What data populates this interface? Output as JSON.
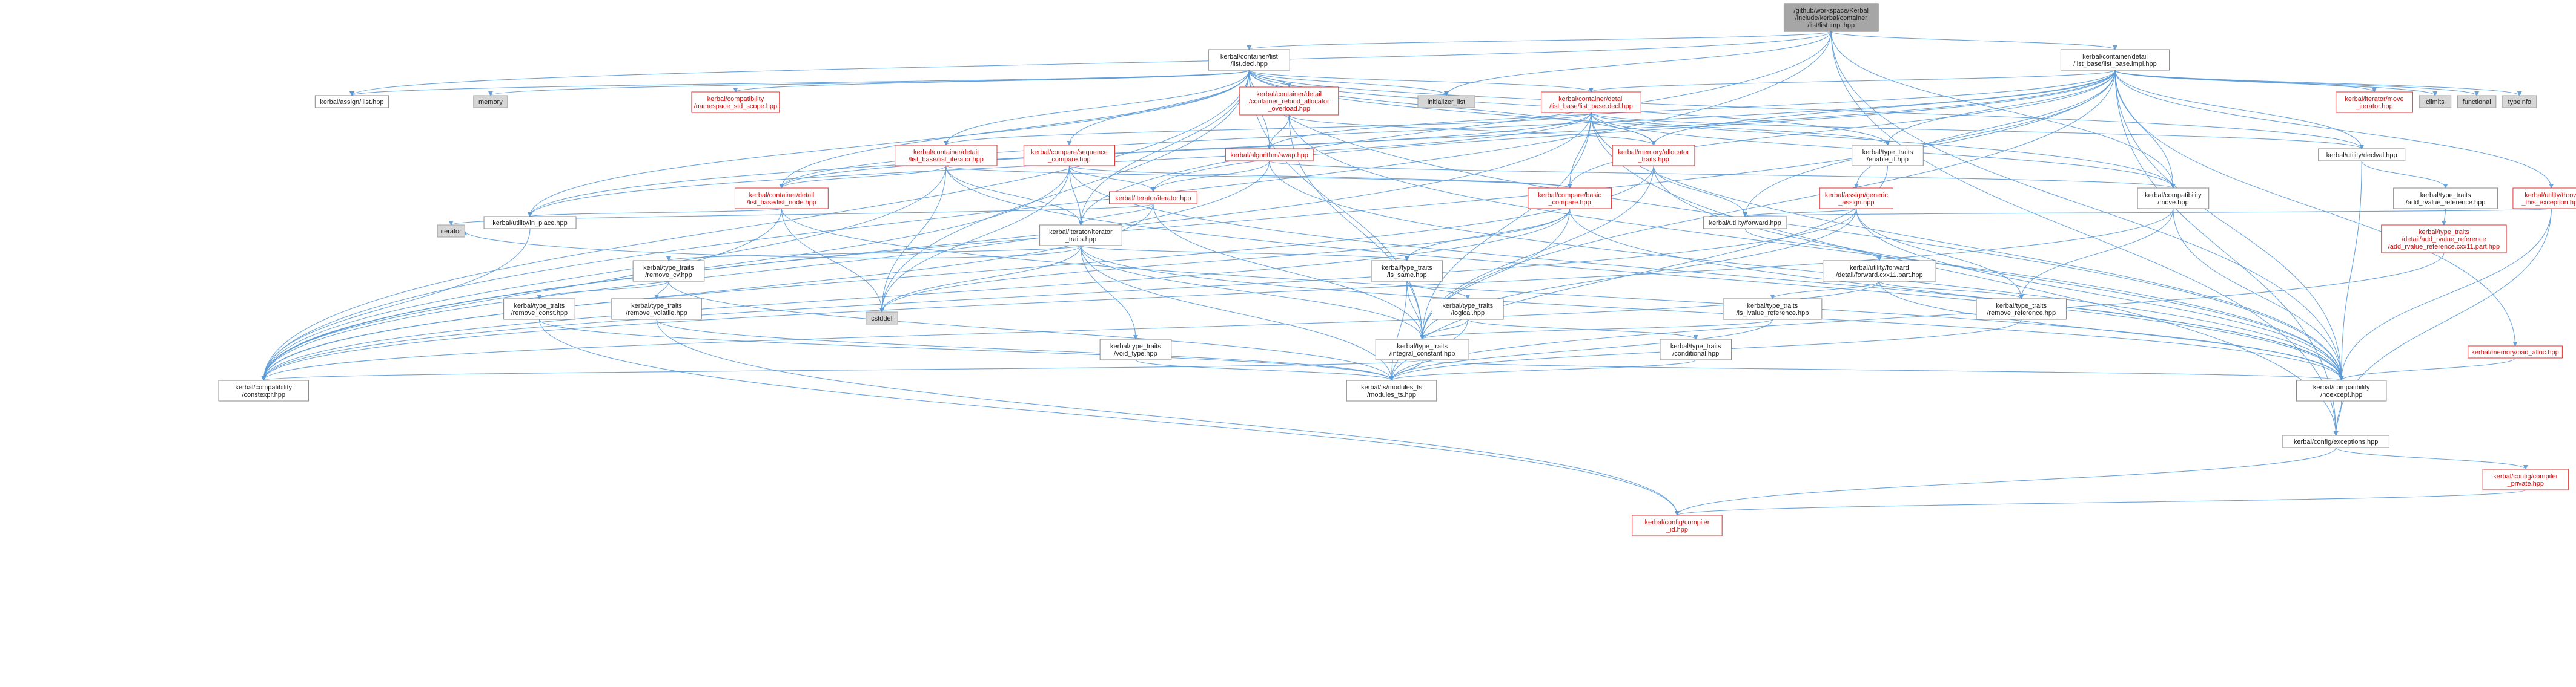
{
  "colors": {
    "edge": "#5b9bd8",
    "root_fill": "#a6a6a6",
    "external_fill": "#d6d6d6",
    "truncated_border": "#e03030",
    "node_border": "#888888"
  },
  "nodes": [
    {
      "id": "root",
      "kind": "root",
      "lines": [
        "/github/workspace/Kerbal",
        "/include/kerbal/container",
        "/list/list.impl.hpp"
      ]
    },
    {
      "id": "list_decl",
      "kind": "plain",
      "lines": [
        "kerbal/container/list",
        "/list.decl.hpp"
      ]
    },
    {
      "id": "list_base_impl",
      "kind": "plain",
      "lines": [
        "kerbal/container/detail",
        "/list_base/list_base.impl.hpp"
      ]
    },
    {
      "id": "assign_ilist",
      "kind": "plain",
      "lines": [
        "kerbal/assign/ilist.hpp"
      ]
    },
    {
      "id": "memory",
      "kind": "gray",
      "lines": [
        "memory"
      ]
    },
    {
      "id": "ns_std_scope",
      "kind": "red",
      "lines": [
        "kerbal/compatibility",
        "/namespace_std_scope.hpp"
      ]
    },
    {
      "id": "rebind_alloc",
      "kind": "red",
      "lines": [
        "kerbal/container/detail",
        "/container_rebind_allocator",
        "_overload.hpp"
      ]
    },
    {
      "id": "initializer_list",
      "kind": "gray",
      "lines": [
        "initializer_list"
      ]
    },
    {
      "id": "list_base_decl",
      "kind": "red",
      "lines": [
        "kerbal/container/detail",
        "/list_base/list_base.decl.hpp"
      ]
    },
    {
      "id": "move_iterator",
      "kind": "red",
      "lines": [
        "kerbal/iterator/move",
        "_iterator.hpp"
      ]
    },
    {
      "id": "climits",
      "kind": "gray",
      "lines": [
        "climits"
      ]
    },
    {
      "id": "functional",
      "kind": "gray",
      "lines": [
        "functional"
      ]
    },
    {
      "id": "typeinfo",
      "kind": "gray",
      "lines": [
        "typeinfo"
      ]
    },
    {
      "id": "list_iterator",
      "kind": "red",
      "lines": [
        "kerbal/container/detail",
        "/list_base/list_iterator.hpp"
      ]
    },
    {
      "id": "seq_compare",
      "kind": "red",
      "lines": [
        "kerbal/compare/sequence",
        "_compare.hpp"
      ]
    },
    {
      "id": "algo_swap",
      "kind": "red",
      "lines": [
        "kerbal/algorithm/swap.hpp"
      ]
    },
    {
      "id": "alloc_traits",
      "kind": "red",
      "lines": [
        "kerbal/memory/allocator",
        "_traits.hpp"
      ]
    },
    {
      "id": "enable_if",
      "kind": "plain",
      "lines": [
        "kerbal/type_traits",
        "/enable_if.hpp"
      ]
    },
    {
      "id": "declval",
      "kind": "plain",
      "lines": [
        "kerbal/utility/declval.hpp"
      ]
    },
    {
      "id": "list_node",
      "kind": "red",
      "lines": [
        "kerbal/container/detail",
        "/list_base/list_node.hpp"
      ]
    },
    {
      "id": "iterator_hpp",
      "kind": "red",
      "lines": [
        "kerbal/iterator/iterator.hpp"
      ]
    },
    {
      "id": "basic_compare",
      "kind": "red",
      "lines": [
        "kerbal/compare/basic",
        "_compare.hpp"
      ]
    },
    {
      "id": "generic_assign",
      "kind": "red",
      "lines": [
        "kerbal/assign/generic",
        "_assign.hpp"
      ]
    },
    {
      "id": "compat_move",
      "kind": "plain",
      "lines": [
        "kerbal/compatibility",
        "/move.hpp"
      ]
    },
    {
      "id": "add_rvalue_ref",
      "kind": "plain",
      "lines": [
        "kerbal/type_traits",
        "/add_rvalue_reference.hpp"
      ]
    },
    {
      "id": "throw_this",
      "kind": "red",
      "lines": [
        "kerbal/utility/throw",
        "_this_exception.hpp"
      ]
    },
    {
      "id": "in_place",
      "kind": "plain",
      "lines": [
        "kerbal/utility/in_place.hpp"
      ]
    },
    {
      "id": "forward",
      "kind": "plain",
      "lines": [
        "kerbal/utility/forward.hpp"
      ]
    },
    {
      "id": "add_rvalue_ref_cxx11",
      "kind": "red",
      "lines": [
        "kerbal/type_traits",
        "/detail/add_rvalue_reference",
        "/add_rvalue_reference.cxx11.part.hpp"
      ]
    },
    {
      "id": "iterator_std",
      "kind": "gray",
      "lines": [
        "iterator"
      ]
    },
    {
      "id": "iterator_traits",
      "kind": "plain",
      "lines": [
        "kerbal/iterator/iterator",
        "_traits.hpp"
      ]
    },
    {
      "id": "forward_cxx11",
      "kind": "plain",
      "lines": [
        "kerbal/utility/forward",
        "/detail/forward.cxx11.part.hpp"
      ]
    },
    {
      "id": "remove_cv",
      "kind": "plain",
      "lines": [
        "kerbal/type_traits",
        "/remove_cv.hpp"
      ]
    },
    {
      "id": "is_same",
      "kind": "plain",
      "lines": [
        "kerbal/type_traits",
        "/is_same.hpp"
      ]
    },
    {
      "id": "is_lvalue_ref",
      "kind": "plain",
      "lines": [
        "kerbal/type_traits",
        "/is_lvalue_reference.hpp"
      ]
    },
    {
      "id": "remove_reference",
      "kind": "plain",
      "lines": [
        "kerbal/type_traits",
        "/remove_reference.hpp"
      ]
    },
    {
      "id": "remove_const",
      "kind": "plain",
      "lines": [
        "kerbal/type_traits",
        "/remove_const.hpp"
      ]
    },
    {
      "id": "remove_volatile",
      "kind": "plain",
      "lines": [
        "kerbal/type_traits",
        "/remove_volatile.hpp"
      ]
    },
    {
      "id": "logical",
      "kind": "plain",
      "lines": [
        "kerbal/type_traits",
        "/logical.hpp"
      ]
    },
    {
      "id": "cstddef",
      "kind": "gray",
      "lines": [
        "cstddef"
      ]
    },
    {
      "id": "void_type",
      "kind": "plain",
      "lines": [
        "kerbal/type_traits",
        "/void_type.hpp"
      ]
    },
    {
      "id": "integral_constant",
      "kind": "plain",
      "lines": [
        "kerbal/type_traits",
        "/integral_constant.hpp"
      ]
    },
    {
      "id": "conditional",
      "kind": "plain",
      "lines": [
        "kerbal/type_traits",
        "/conditional.hpp"
      ]
    },
    {
      "id": "bad_alloc",
      "kind": "red",
      "lines": [
        "kerbal/memory/bad_alloc.hpp"
      ]
    },
    {
      "id": "constexpr",
      "kind": "plain",
      "lines": [
        "kerbal/compatibility",
        "/constexpr.hpp"
      ]
    },
    {
      "id": "modules_ts",
      "kind": "plain",
      "lines": [
        "kerbal/ts/modules_ts",
        "/modules_ts.hpp"
      ]
    },
    {
      "id": "noexcept",
      "kind": "plain",
      "lines": [
        "kerbal/compatibility",
        "/noexcept.hpp"
      ]
    },
    {
      "id": "exceptions",
      "kind": "plain",
      "lines": [
        "kerbal/config/exceptions.hpp"
      ]
    },
    {
      "id": "compiler_private",
      "kind": "red",
      "lines": [
        "kerbal/config/compiler",
        "_private.hpp"
      ]
    },
    {
      "id": "compiler_id",
      "kind": "red",
      "lines": [
        "kerbal/config/compiler",
        "_id.hpp"
      ]
    }
  ],
  "edges": [
    [
      "root",
      "list_decl"
    ],
    [
      "root",
      "list_base_impl"
    ],
    [
      "root",
      "assign_ilist"
    ],
    [
      "root",
      "initializer_list"
    ],
    [
      "root",
      "constexpr"
    ],
    [
      "root",
      "noexcept"
    ],
    [
      "root",
      "compat_move"
    ],
    [
      "root",
      "iterator_traits"
    ],
    [
      "root",
      "exceptions"
    ],
    [
      "list_decl",
      "assign_ilist"
    ],
    [
      "list_decl",
      "memory"
    ],
    [
      "list_decl",
      "ns_std_scope"
    ],
    [
      "list_decl",
      "rebind_alloc"
    ],
    [
      "list_decl",
      "initializer_list"
    ],
    [
      "list_decl",
      "list_base_decl"
    ],
    [
      "list_decl",
      "seq_compare"
    ],
    [
      "list_decl",
      "algo_swap"
    ],
    [
      "list_decl",
      "alloc_traits"
    ],
    [
      "list_decl",
      "enable_if"
    ],
    [
      "list_decl",
      "declval"
    ],
    [
      "list_decl",
      "list_iterator"
    ],
    [
      "list_decl",
      "list_node"
    ],
    [
      "list_decl",
      "iterator_traits"
    ],
    [
      "list_decl",
      "in_place"
    ],
    [
      "list_decl",
      "constexpr"
    ],
    [
      "list_decl",
      "noexcept"
    ],
    [
      "list_decl",
      "cstddef"
    ],
    [
      "list_decl",
      "integral_constant"
    ],
    [
      "list_decl",
      "compat_move"
    ],
    [
      "list_base_impl",
      "list_base_decl"
    ],
    [
      "list_base_impl",
      "move_iterator"
    ],
    [
      "list_base_impl",
      "climits"
    ],
    [
      "list_base_impl",
      "functional"
    ],
    [
      "list_base_impl",
      "typeinfo"
    ],
    [
      "list_base_impl",
      "algo_swap"
    ],
    [
      "list_base_impl",
      "alloc_traits"
    ],
    [
      "list_base_impl",
      "enable_if"
    ],
    [
      "list_base_impl",
      "declval"
    ],
    [
      "list_base_impl",
      "basic_compare"
    ],
    [
      "list_base_impl",
      "generic_assign"
    ],
    [
      "list_base_impl",
      "compat_move"
    ],
    [
      "list_base_impl",
      "throw_this"
    ],
    [
      "list_base_impl",
      "forward"
    ],
    [
      "list_base_impl",
      "bad_alloc"
    ],
    [
      "list_base_impl",
      "noexcept"
    ],
    [
      "list_base_impl",
      "exceptions"
    ],
    [
      "list_base_impl",
      "in_place"
    ],
    [
      "list_base_impl",
      "constexpr"
    ],
    [
      "list_base_impl",
      "iterator_hpp"
    ],
    [
      "list_base_impl",
      "integral_constant"
    ],
    [
      "list_base_impl",
      "list_node"
    ],
    [
      "rebind_alloc",
      "alloc_traits"
    ],
    [
      "rebind_alloc",
      "algo_swap"
    ],
    [
      "rebind_alloc",
      "integral_constant"
    ],
    [
      "rebind_alloc",
      "noexcept"
    ],
    [
      "list_base_decl",
      "list_iterator"
    ],
    [
      "list_base_decl",
      "list_node"
    ],
    [
      "list_base_decl",
      "alloc_traits"
    ],
    [
      "list_base_decl",
      "basic_compare"
    ],
    [
      "list_base_decl",
      "declval"
    ],
    [
      "list_base_decl",
      "enable_if"
    ],
    [
      "list_base_decl",
      "in_place"
    ],
    [
      "list_base_decl",
      "integral_constant"
    ],
    [
      "list_base_decl",
      "constexpr"
    ],
    [
      "list_base_decl",
      "noexcept"
    ],
    [
      "list_base_decl",
      "compat_move"
    ],
    [
      "list_base_decl",
      "exceptions"
    ],
    [
      "list_iterator",
      "list_node"
    ],
    [
      "list_iterator",
      "iterator_traits"
    ],
    [
      "list_iterator",
      "constexpr"
    ],
    [
      "list_iterator",
      "noexcept"
    ],
    [
      "list_iterator",
      "cstddef"
    ],
    [
      "list_iterator",
      "basic_compare"
    ],
    [
      "seq_compare",
      "iterator_hpp"
    ],
    [
      "seq_compare",
      "iterator_traits"
    ],
    [
      "seq_compare",
      "constexpr"
    ],
    [
      "seq_compare",
      "noexcept"
    ],
    [
      "seq_compare",
      "basic_compare"
    ],
    [
      "seq_compare",
      "cstddef"
    ],
    [
      "algo_swap",
      "compat_move"
    ],
    [
      "algo_swap",
      "constexpr"
    ],
    [
      "algo_swap",
      "noexcept"
    ],
    [
      "algo_swap",
      "iterator_hpp"
    ],
    [
      "alloc_traits",
      "forward"
    ],
    [
      "alloc_traits",
      "constexpr"
    ],
    [
      "alloc_traits",
      "noexcept"
    ],
    [
      "alloc_traits",
      "integral_constant"
    ],
    [
      "enable_if",
      "modules_ts"
    ],
    [
      "declval",
      "add_rvalue_ref"
    ],
    [
      "declval",
      "noexcept"
    ],
    [
      "list_node",
      "in_place"
    ],
    [
      "list_node",
      "constexpr"
    ],
    [
      "list_node",
      "noexcept"
    ],
    [
      "list_node",
      "cstddef"
    ],
    [
      "iterator_hpp",
      "iterator_traits"
    ],
    [
      "iterator_hpp",
      "iterator_std"
    ],
    [
      "iterator_hpp",
      "constexpr"
    ],
    [
      "iterator_hpp",
      "integral_constant"
    ],
    [
      "basic_compare",
      "constexpr"
    ],
    [
      "basic_compare",
      "noexcept"
    ],
    [
      "basic_compare",
      "is_same"
    ],
    [
      "basic_compare",
      "integral_constant"
    ],
    [
      "basic_compare",
      "cstddef"
    ],
    [
      "generic_assign",
      "forward"
    ],
    [
      "generic_assign",
      "remove_reference"
    ],
    [
      "generic_assign",
      "noexcept"
    ],
    [
      "generic_assign",
      "integral_constant"
    ],
    [
      "generic_assign",
      "constexpr"
    ],
    [
      "compat_move",
      "remove_reference"
    ],
    [
      "compat_move",
      "noexcept"
    ],
    [
      "compat_move",
      "constexpr"
    ],
    [
      "add_rvalue_ref",
      "add_rvalue_ref_cxx11"
    ],
    [
      "add_rvalue_ref_cxx11",
      "modules_ts"
    ],
    [
      "throw_this",
      "exceptions"
    ],
    [
      "throw_this",
      "noexcept"
    ],
    [
      "throw_this",
      "forward"
    ],
    [
      "in_place",
      "constexpr"
    ],
    [
      "forward",
      "forward_cxx11"
    ],
    [
      "forward_cxx11",
      "is_lvalue_ref"
    ],
    [
      "forward_cxx11",
      "remove_reference"
    ],
    [
      "forward_cxx11",
      "constexpr"
    ],
    [
      "forward_cxx11",
      "noexcept"
    ],
    [
      "iterator_traits",
      "iterator_std"
    ],
    [
      "iterator_traits",
      "remove_cv"
    ],
    [
      "iterator_traits",
      "is_same"
    ],
    [
      "iterator_traits",
      "void_type"
    ],
    [
      "iterator_traits",
      "integral_constant"
    ],
    [
      "iterator_traits",
      "cstddef"
    ],
    [
      "iterator_traits",
      "modules_ts"
    ],
    [
      "iterator_traits",
      "noexcept"
    ],
    [
      "remove_cv",
      "remove_const"
    ],
    [
      "remove_cv",
      "remove_volatile"
    ],
    [
      "remove_cv",
      "modules_ts"
    ],
    [
      "is_same",
      "integral_constant"
    ],
    [
      "is_same",
      "modules_ts"
    ],
    [
      "is_same",
      "logical"
    ],
    [
      "is_lvalue_ref",
      "integral_constant"
    ],
    [
      "is_lvalue_ref",
      "modules_ts"
    ],
    [
      "remove_reference",
      "modules_ts"
    ],
    [
      "remove_const",
      "modules_ts"
    ],
    [
      "remove_const",
      "compiler_id"
    ],
    [
      "remove_volatile",
      "modules_ts"
    ],
    [
      "remove_volatile",
      "compiler_id"
    ],
    [
      "logical",
      "conditional"
    ],
    [
      "logical",
      "integral_constant"
    ],
    [
      "logical",
      "modules_ts"
    ],
    [
      "void_type",
      "modules_ts"
    ],
    [
      "integral_constant",
      "constexpr"
    ],
    [
      "integral_constant",
      "modules_ts"
    ],
    [
      "integral_constant",
      "noexcept"
    ],
    [
      "conditional",
      "modules_ts"
    ],
    [
      "bad_alloc",
      "noexcept"
    ],
    [
      "noexcept",
      "exceptions"
    ],
    [
      "exceptions",
      "compiler_private"
    ],
    [
      "exceptions",
      "compiler_id"
    ],
    [
      "compiler_private",
      "compiler_id"
    ]
  ]
}
